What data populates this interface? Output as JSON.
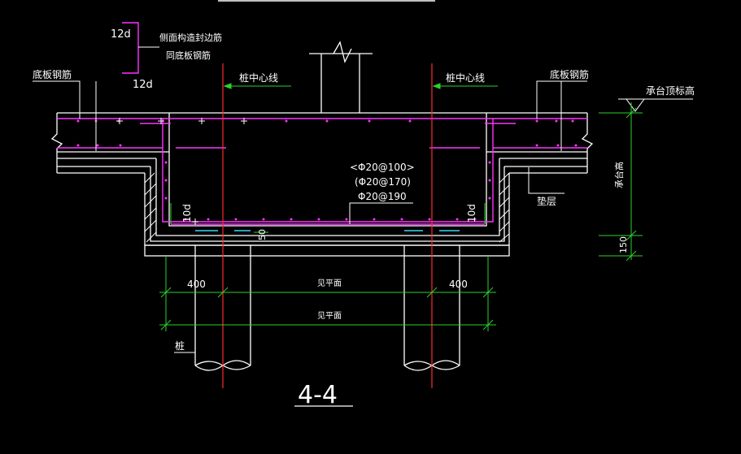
{
  "labels": {
    "dim_12d_top": "12d",
    "dim_12d_bottom": "12d",
    "side_structural_bar_1": "侧面构造封边筋",
    "side_structural_bar_2": "同底板钢筋",
    "bottom_slab_rebar_left": "底板钢筋",
    "bottom_slab_rebar_right": "底板钢筋",
    "pile_centerline_left": "桩中心线",
    "pile_centerline_right": "桩中心线",
    "cap_top_elevation": "承台顶标高",
    "cap_height": "承台高",
    "rebar_spec_1": "<Φ20@100>",
    "rebar_spec_2": "(Φ20@170)",
    "rebar_spec_3": "Φ20@190",
    "cushion": "垫层",
    "dim_10d_left": "10d",
    "dim_10d_right": "10d",
    "dim_50": "50",
    "dim_150": "150",
    "dim_400_left": "400",
    "dim_400_right": "400",
    "see_plan_1": "见平面",
    "see_plan_2": "见平面",
    "pile": "桩",
    "section_title": "4-4"
  },
  "colors": {
    "background": "#000000",
    "structure": "#ffffff",
    "rebar": "#ff33ff",
    "centerline": "#ff2a2a",
    "dimension": "#2ed12e",
    "pile_top": "#35d7ff",
    "leader": "#ffffff"
  }
}
